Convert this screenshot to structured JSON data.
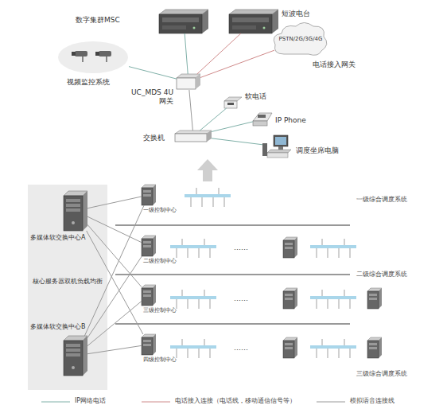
{
  "diagram": {
    "nodes": [
      {
        "text": [
          "数字集群MSC"
        ]
      },
      {
        "text": [
          "短波电台"
        ]
      },
      {
        "text": [
          "PSTN/2G/3G/4G",
          "电话接入网关"
        ]
      },
      {
        "text": [
          "视频监控系统"
        ]
      },
      {
        "text": [
          "UC_MDS 4U 网关"
        ]
      },
      {
        "text": [
          "软电话"
        ]
      },
      {
        "text": [
          "IP Phone"
        ]
      },
      {
        "text": [
          "交换机"
        ]
      },
      {
        "text": [
          "调度坐席电脑"
        ]
      },
      {
        "text": [
          "核心服务器双机负载均衡"
        ]
      },
      {
        "text": [
          "多媒体软交换中心A"
        ],
        "in": 9
      },
      {
        "text": [
          "多媒体软交换中心B"
        ],
        "in": 9
      },
      {
        "text": [
          "一级控制中心"
        ]
      },
      {
        "text": [
          "二级控制中心"
        ]
      },
      {
        "text": [
          "三级控制中心"
        ]
      },
      {
        "text": [
          "四级控制中心"
        ]
      }
    ],
    "edges": [
      {
        "from": 0,
        "to": 4,
        "arrow": "none"
      },
      {
        "from": 1,
        "to": 4,
        "arrow": "none"
      },
      {
        "from": 2,
        "to": 4,
        "arrow": "none"
      },
      {
        "from": 3,
        "to": 4,
        "arrow": "none"
      },
      {
        "from": 4,
        "to": 7,
        "arrow": "none"
      },
      {
        "from": 7,
        "to": 5,
        "arrow": "none"
      },
      {
        "from": 7,
        "to": 6,
        "arrow": "none"
      },
      {
        "from": 7,
        "to": 8,
        "arrow": "none"
      },
      {
        "from": 10,
        "to": 12,
        "arrow": "none"
      },
      {
        "from": 10,
        "to": 13,
        "arrow": "none"
      },
      {
        "from": 10,
        "to": 14,
        "arrow": "none"
      },
      {
        "from": 10,
        "to": 15,
        "arrow": "none"
      },
      {
        "from": 11,
        "to": 12,
        "arrow": "none"
      },
      {
        "from": 11,
        "to": 13,
        "arrow": "none"
      },
      {
        "from": 11,
        "to": 14,
        "arrow": "none"
      },
      {
        "from": 11,
        "to": 15,
        "arrow": "none"
      }
    ],
    "labels": [
      "一级综合调度系统",
      "二级综合调度系统",
      "三级综合调度系统",
      "……",
      "……",
      "……"
    ],
    "legend": [
      {
        "text": "IP网络电话"
      },
      {
        "text": "电话接入连接（电话线，移动通信信号等）"
      },
      {
        "text": "模拟语音连接线"
      }
    ]
  }
}
